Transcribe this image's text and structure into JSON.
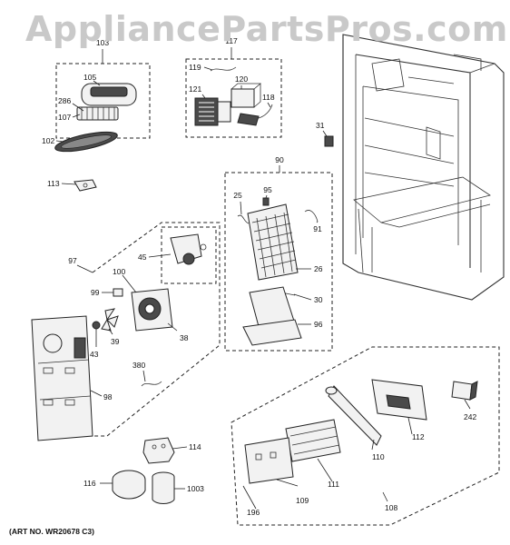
{
  "watermark": {
    "text": "AppliancePartsPros.com"
  },
  "art_number": "(ART NO. WR20678 C3)",
  "callouts": [
    {
      "id": "c103",
      "label": "103"
    },
    {
      "id": "c105",
      "label": "105"
    },
    {
      "id": "c286",
      "label": "286"
    },
    {
      "id": "c107",
      "label": "107"
    },
    {
      "id": "c102",
      "label": "102"
    },
    {
      "id": "c113",
      "label": "113"
    },
    {
      "id": "c117",
      "label": "117"
    },
    {
      "id": "c119",
      "label": "119"
    },
    {
      "id": "c120",
      "label": "120"
    },
    {
      "id": "c121",
      "label": "121"
    },
    {
      "id": "c118",
      "label": "118"
    },
    {
      "id": "c31",
      "label": "31"
    },
    {
      "id": "c90",
      "label": "90"
    },
    {
      "id": "c95",
      "label": "95"
    },
    {
      "id": "c25",
      "label": "25"
    },
    {
      "id": "c91",
      "label": "91"
    },
    {
      "id": "c26",
      "label": "26"
    },
    {
      "id": "c30",
      "label": "30"
    },
    {
      "id": "c96",
      "label": "96"
    },
    {
      "id": "c97",
      "label": "97"
    },
    {
      "id": "c45",
      "label": "45"
    },
    {
      "id": "c100",
      "label": "100"
    },
    {
      "id": "c99",
      "label": "99"
    },
    {
      "id": "c43",
      "label": "43"
    },
    {
      "id": "c39",
      "label": "39"
    },
    {
      "id": "c38",
      "label": "38"
    },
    {
      "id": "c380",
      "label": "380"
    },
    {
      "id": "c98",
      "label": "98"
    },
    {
      "id": "c114",
      "label": "114"
    },
    {
      "id": "c116",
      "label": "116"
    },
    {
      "id": "c1003",
      "label": "1003"
    },
    {
      "id": "c242",
      "label": "242"
    },
    {
      "id": "c112",
      "label": "112"
    },
    {
      "id": "c110",
      "label": "110"
    },
    {
      "id": "c111",
      "label": "111"
    },
    {
      "id": "c109",
      "label": "109"
    },
    {
      "id": "c196",
      "label": "196"
    },
    {
      "id": "c108",
      "label": "108"
    }
  ]
}
